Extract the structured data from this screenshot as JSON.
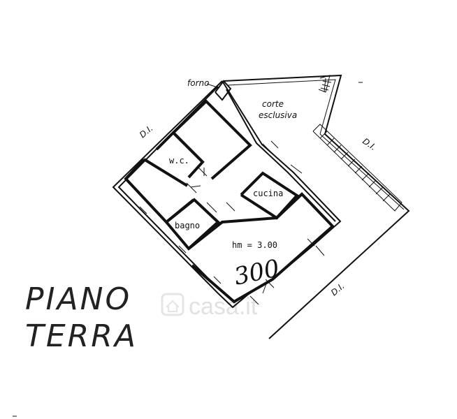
{
  "labels": {
    "forno": "forno",
    "corte": "corte",
    "esclusiva": "esclusiva",
    "di_left": "D.I.",
    "di_right": "D.I.",
    "di_bottom": "D.I.",
    "wc": "w.c.",
    "cucina": "cucina",
    "bagno": "bagno",
    "height": "hm = 3.00",
    "handwritten": "300"
  },
  "title": {
    "line1": "PIANO",
    "line2": "TERRA"
  },
  "watermark": "casa.it"
}
